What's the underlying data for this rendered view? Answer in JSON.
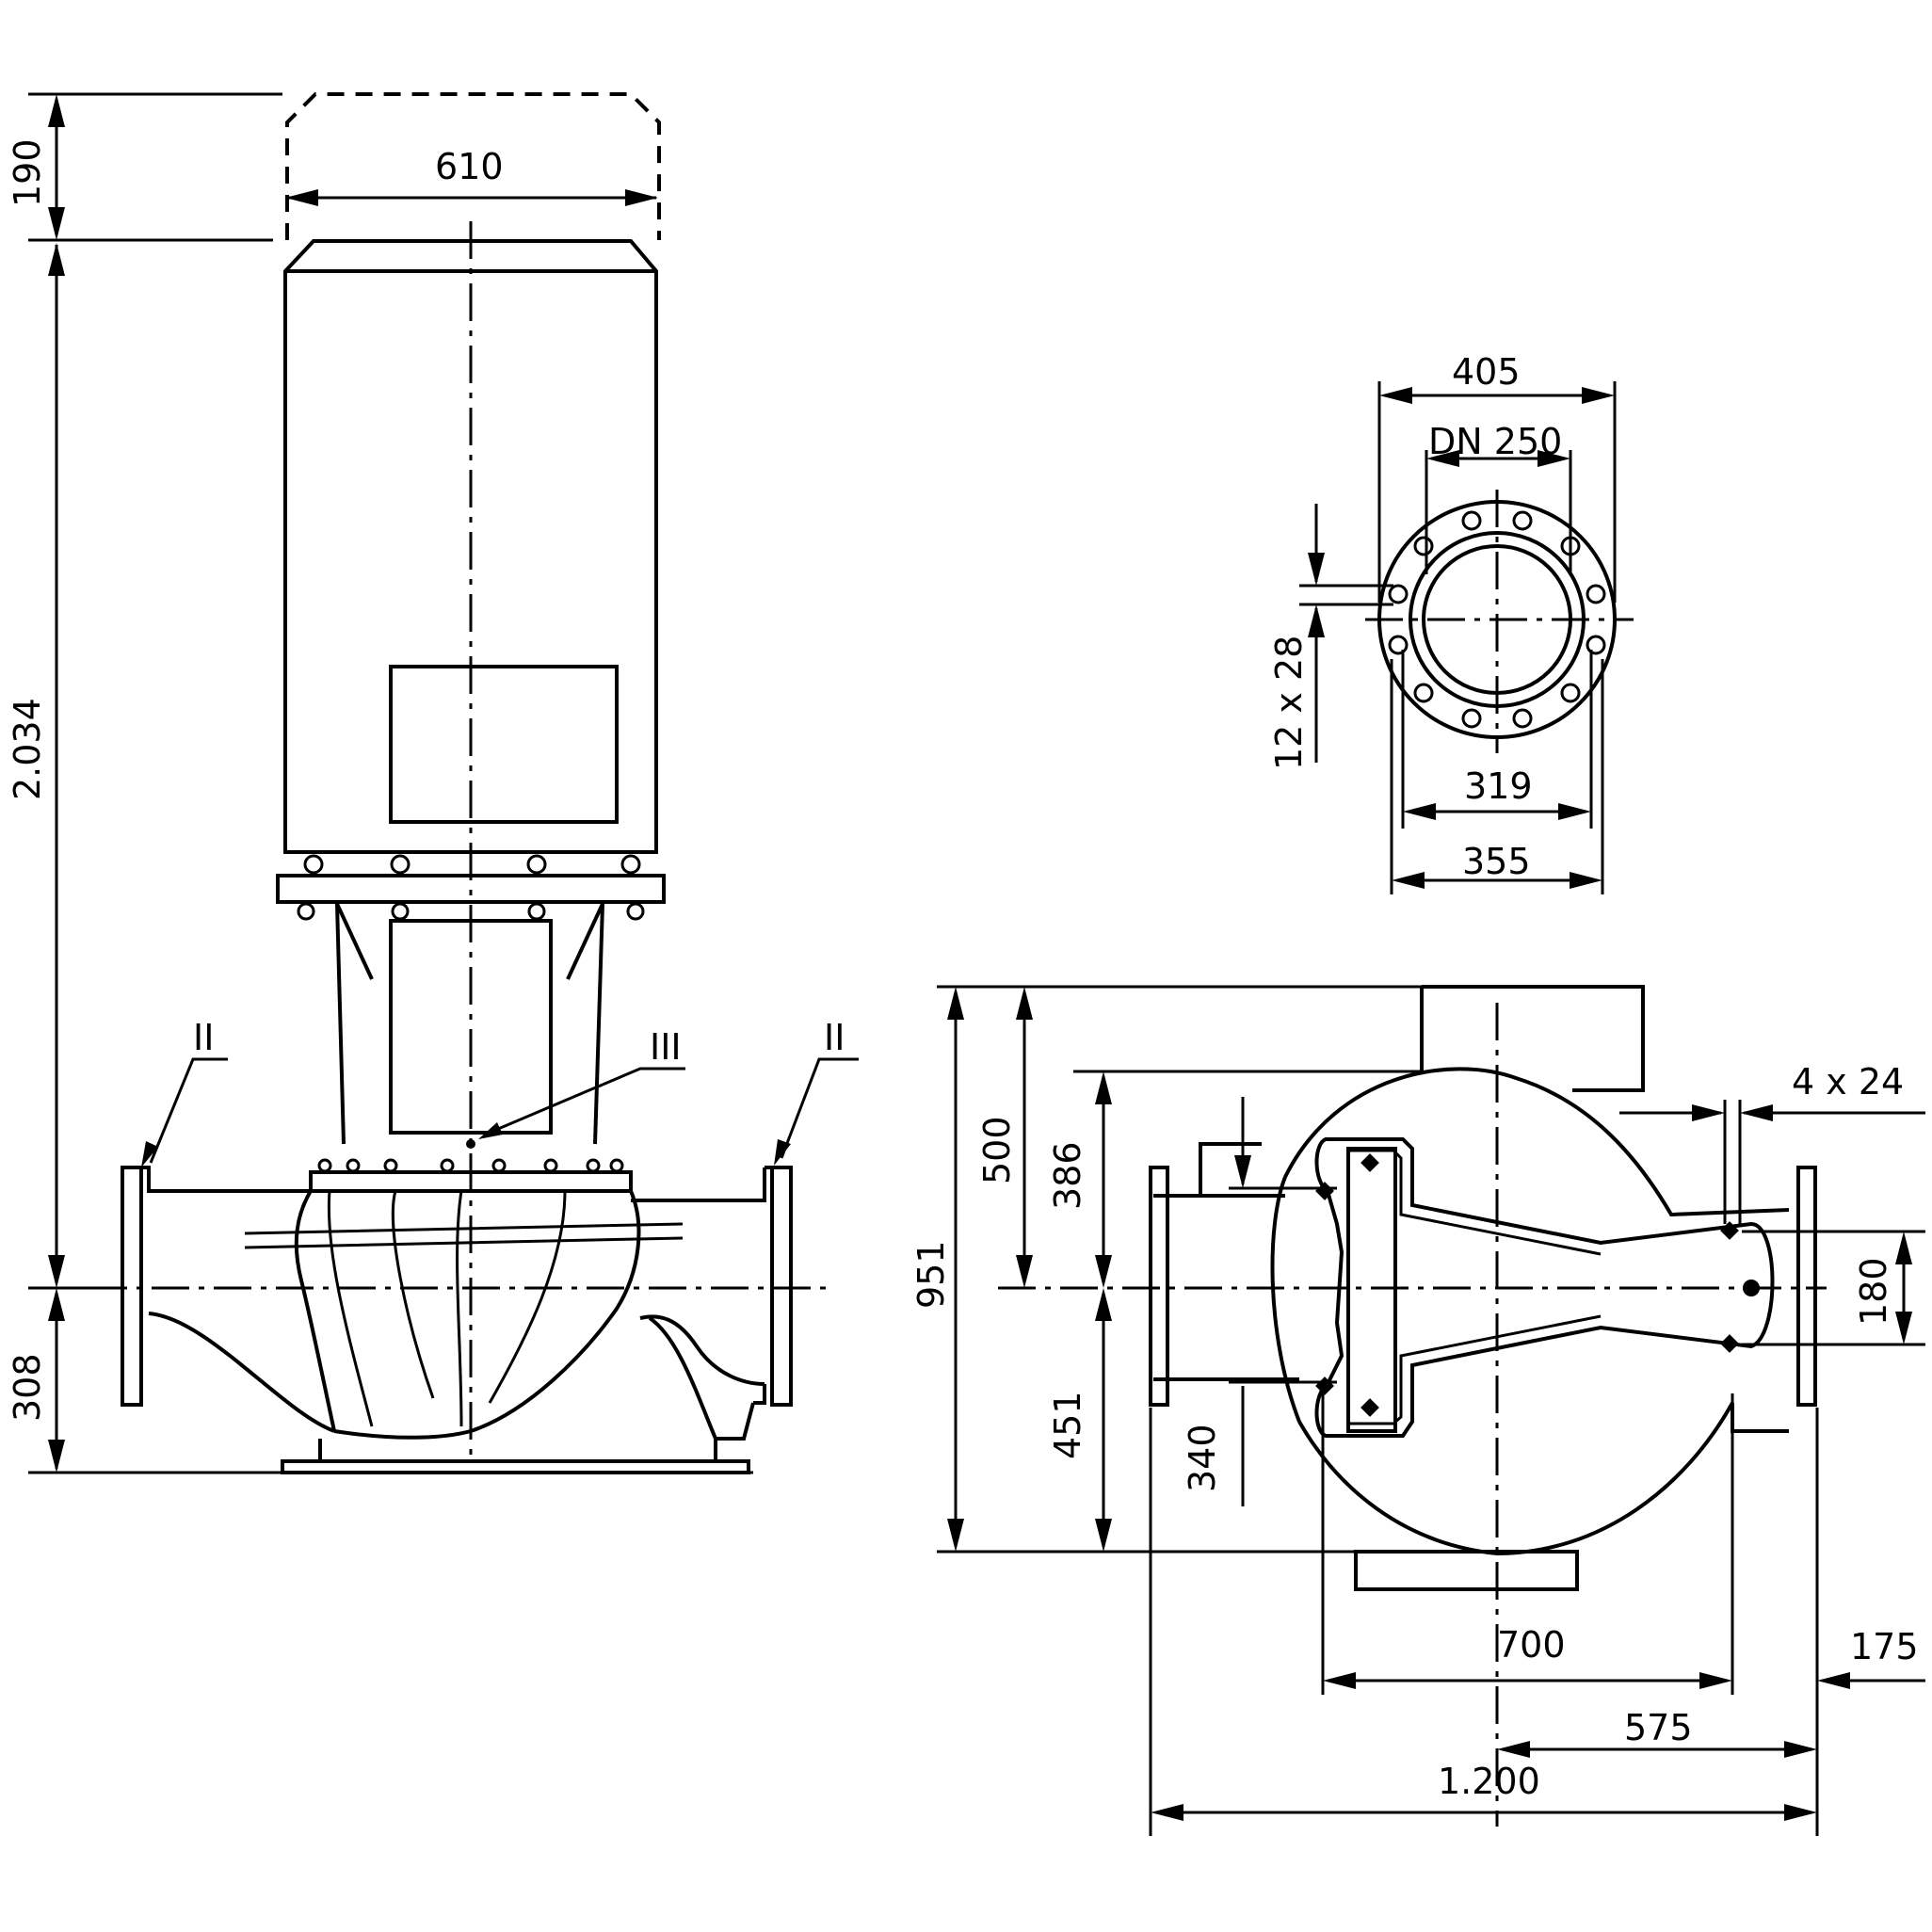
{
  "dimensions": {
    "motor_top_clearance": "190",
    "motor_width": "610",
    "total_height": "2.034",
    "base_height": "308",
    "flange_outer": "405",
    "flange_dn": "DN 250",
    "bolt_holes": "12 x 28",
    "bolt_circle_inner": "319",
    "bolt_circle": "355",
    "overall_height_plan": "951",
    "upper_height": "500",
    "center_to_top": "386",
    "lower_height": "451",
    "foot_height": "340",
    "foot_holes": "4 x 24",
    "foot_spacing": "180",
    "length_foot": "700",
    "offset_end": "175",
    "center_to_end": "575",
    "overall_length": "1.200"
  },
  "callouts": {
    "left_flange": "II",
    "right_flange": "II",
    "seal": "III"
  }
}
